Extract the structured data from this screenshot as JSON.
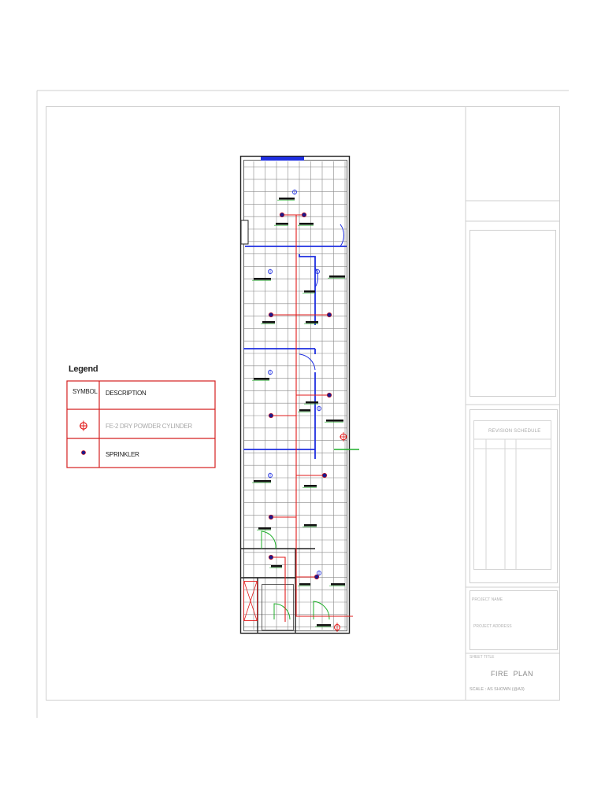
{
  "legend": {
    "title": "Legend",
    "headers": {
      "symbol": "SYMBOL",
      "description": "DESCRIPTION"
    },
    "rows": [
      {
        "icon": "dry-powder-cylinder-icon",
        "description": "FE-2 DRY POWDER CYLINDER"
      },
      {
        "icon": "sprinkler-icon",
        "description": "SPRINKLER"
      }
    ]
  },
  "title_block": {
    "revision_schedule": "REVISION SCHEDULE",
    "project_name_label": "PROJECT NAME",
    "project_address_label": "PROJECT ADDRESS",
    "sheet_title_label": "SHEET TITLE",
    "sheet_title": "FIRE  PLAN",
    "scale": "SCALE : AS SHOWN (@A3)"
  },
  "colors": {
    "frame": "#cfcfcf",
    "wall": "#222222",
    "grid": "#8a8a8a",
    "pipe": "#e21b1b",
    "duct": "#1f2fe0",
    "label": "#1fae2a",
    "legend_border": "#d42020"
  }
}
